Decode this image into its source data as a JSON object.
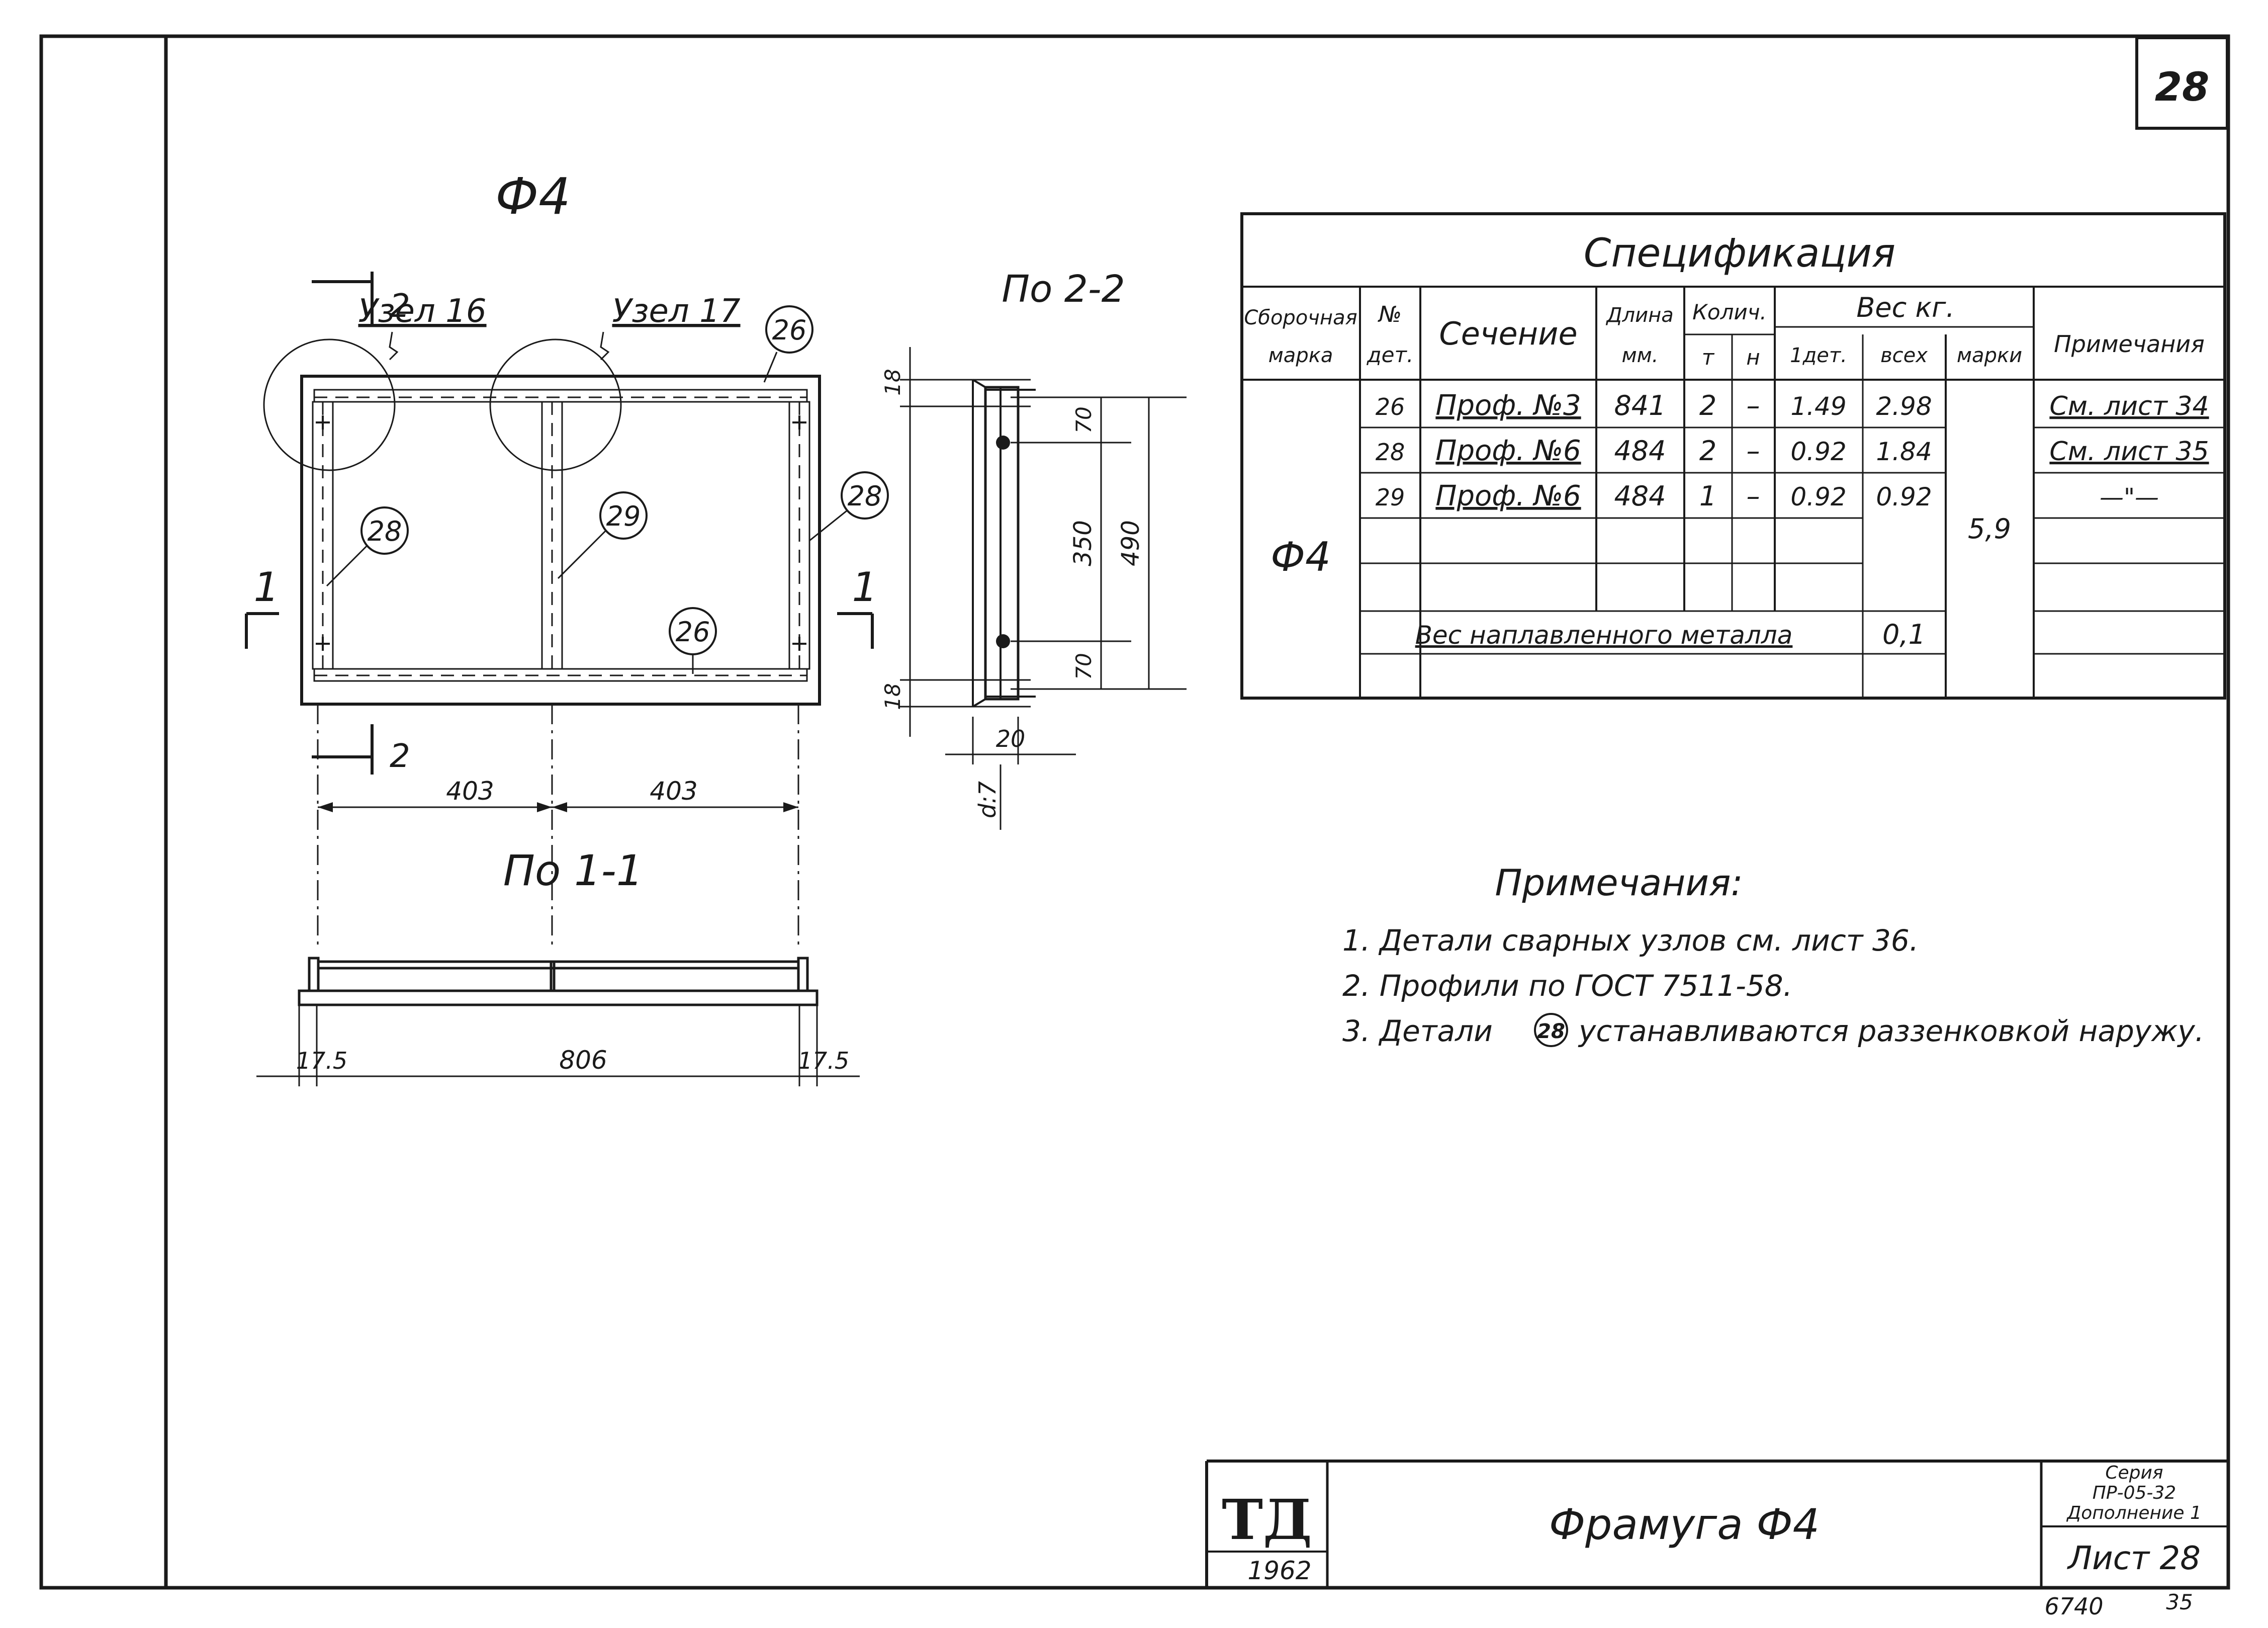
{
  "sheet_number": "28",
  "view_top_title": "Ф4",
  "view_side_title": "По 2-2",
  "view_bottom_title": "По 1-1",
  "section_marks": {
    "cut_1": "1",
    "cut_2": "2"
  },
  "nodes": [
    "Узел 16",
    "Узел 17"
  ],
  "part_callouts": {
    "top": "26",
    "bottom": "26",
    "left": "28",
    "right": "28",
    "middle": "29"
  },
  "dims": {
    "span_left": "403",
    "span_right": "403",
    "overall": "806",
    "end_left": "17.5",
    "end_right": "17.5",
    "side_18_top": "18",
    "side_18_bottom": "18",
    "side_70_top": "70",
    "side_70_bottom": "70",
    "side_350": "350",
    "side_490": "490",
    "side_20": "20",
    "side_d": "d:7"
  },
  "spec": {
    "title": "Спецификация",
    "headers": {
      "assembly_mark": [
        "Сборочная",
        "марка"
      ],
      "part_no": [
        "№",
        "дет."
      ],
      "section": "Сечение",
      "length": [
        "Длина",
        "мм."
      ],
      "qty": "Колич.",
      "qty_t": "т",
      "qty_n": "н",
      "weight": "Вес кг.",
      "w_one": "1дет.",
      "w_all": "всех",
      "w_mark": "марки",
      "notes": "Примечания"
    },
    "assembly_mark": "Ф4",
    "mark_weight": "5,9",
    "rows": [
      {
        "part": "26",
        "section": "Проф. №3",
        "length": "841",
        "t": "2",
        "n": "–",
        "w1": "1.49",
        "wall": "2.98",
        "note": "См. лист 34"
      },
      {
        "part": "28",
        "section": "Проф. №6",
        "length": "484",
        "t": "2",
        "n": "–",
        "w1": "0.92",
        "wall": "1.84",
        "note": "См. лист 35"
      },
      {
        "part": "29",
        "section": "Проф. №6",
        "length": "484",
        "t": "1",
        "n": "–",
        "w1": "0.92",
        "wall": "0.92",
        "note": "—\"—"
      }
    ],
    "weld_label": "Вес наплавленного металла",
    "weld_value": "0,1"
  },
  "notes": {
    "title": "Примечания:",
    "items": [
      "1. Детали сварных узлов см. лист 36.",
      "2. Профили по ГОСТ 7511-58.",
      "3. Детали",
      "устанавливаются раззенковкой наружу."
    ],
    "item3_ref": "28"
  },
  "title_block": {
    "logo": "ТД",
    "year": "1962",
    "name": "Фрамуга Ф4",
    "series": [
      "Серия",
      "ПР-05-32",
      "Дополнение 1"
    ],
    "sheet": "Лист 28"
  },
  "footer_codes": [
    "6740",
    "35"
  ]
}
